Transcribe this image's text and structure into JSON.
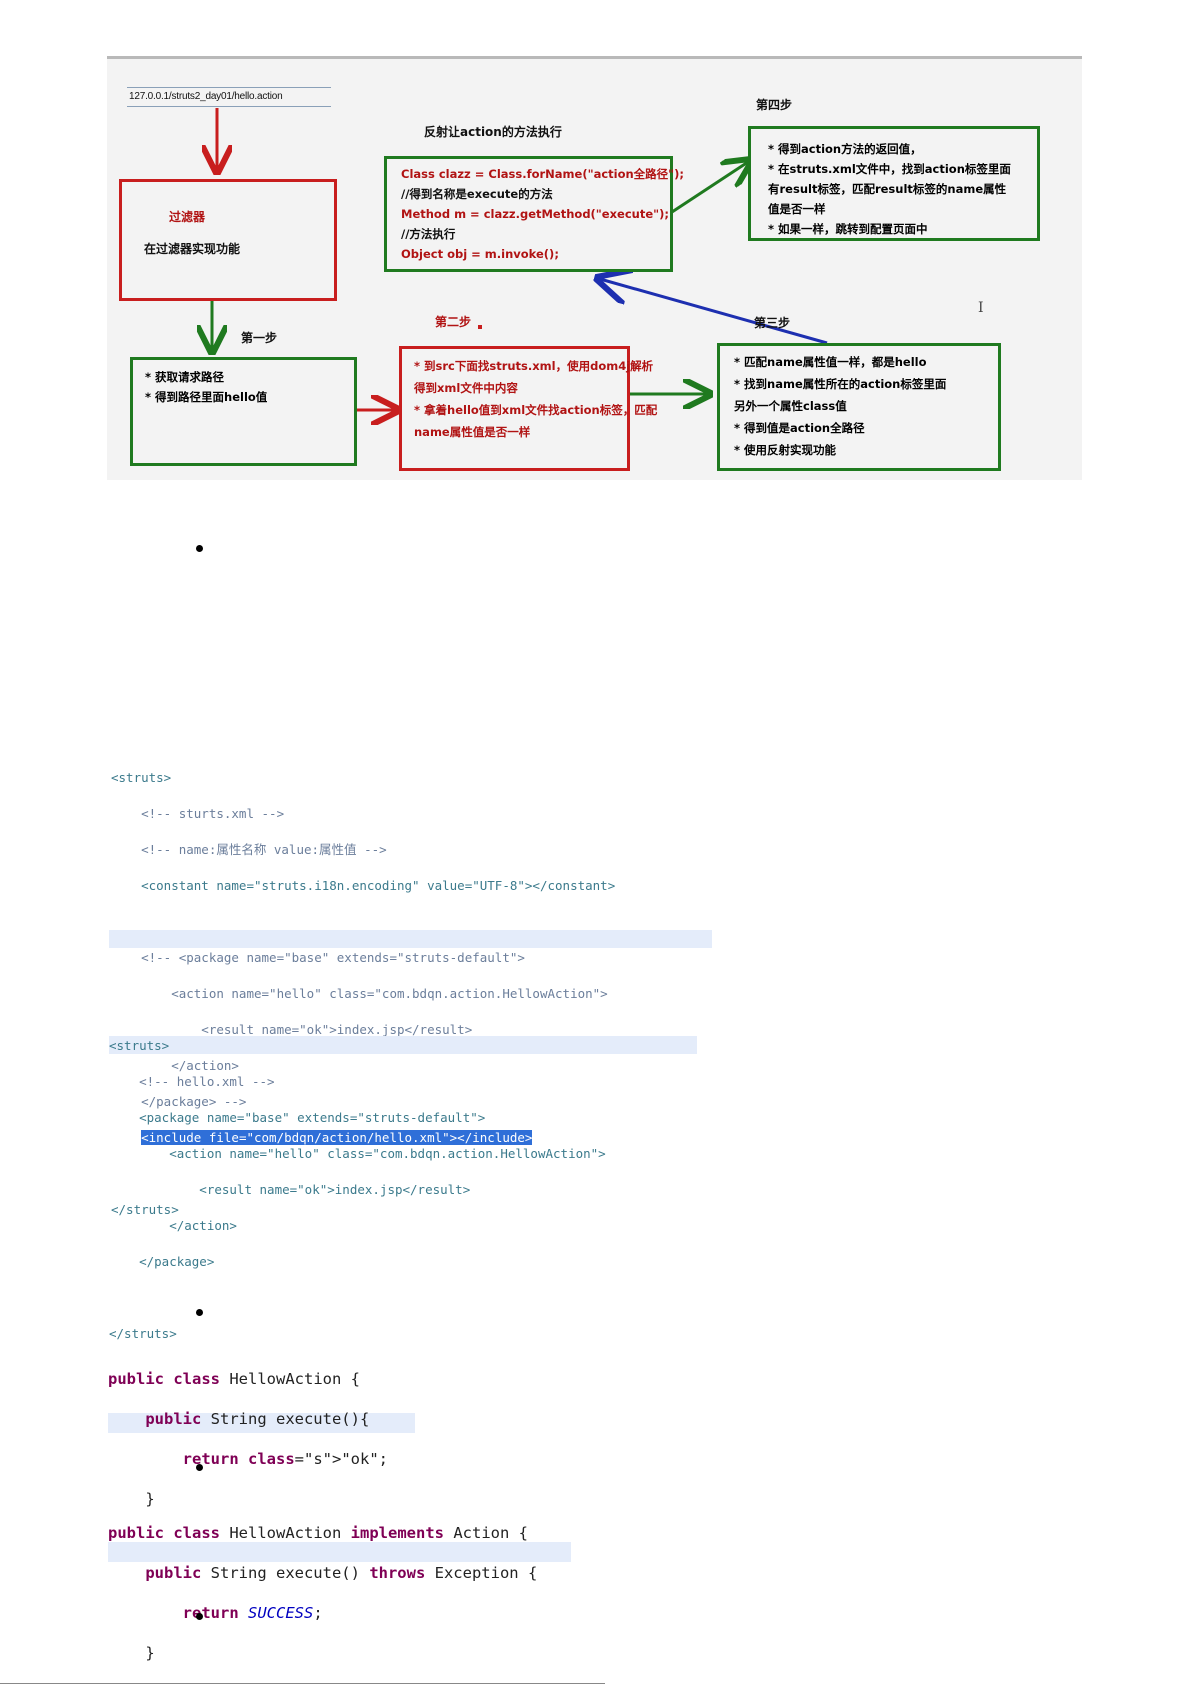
{
  "diagram": {
    "url": "127.0.0.1/struts2_day01/hello.action",
    "filter_box": {
      "title": "过滤器",
      "desc": "在过滤器实现功能"
    },
    "step1_label": "第一步",
    "step1_box": [
      "* 获取请求路径",
      "* 得到路径里面hello值"
    ],
    "step2_label": "第二步",
    "step2_box": [
      "* 到src下面找struts.xml，使用dom4j解析",
      "得到xml文件中内容",
      "* 拿着hello值到xml文件找action标签，匹配",
      "name属性值是否一样"
    ],
    "step3_label": "第三步",
    "step3_box": [
      "* 匹配name属性值一样，都是hello",
      "* 找到name属性所在的action标签里面",
      "另外一个属性class值",
      "* 得到值是action全路径",
      "* 使用反射实现功能"
    ],
    "reflect_label": "反射让action的方法执行",
    "reflect_box": [
      "Class clazz = Class.forName(\"action全路径\");",
      "//得到名称是execute的方法",
      "Method m = clazz.getMethod(\"execute\");",
      "//方法执行",
      "Object obj = m.invoke();"
    ],
    "step4_label": "第四步",
    "step4_box": [
      "* 得到action方法的返回值，",
      "* 在struts.xml文件中，找到action标签里面",
      "有result标签，匹配result标签的name属性",
      "值是否一样",
      "* 如果一样，跳转到配置页面中"
    ]
  },
  "struts_xml": [
    "<struts>",
    "    <!-- sturts.xml -->",
    "    <!-- name:属性名称 value:属性值 -->",
    "    <constant name=\"struts.i18n.encoding\" value=\"UTF-8\"></constant>",
    "",
    "    <!-- <package name=\"base\" extends=\"struts-default\">",
    "        <action name=\"hello\" class=\"com.bdqn.action.HellowAction\">",
    "            <result name=\"ok\">index.jsp</result>",
    "        </action>",
    "    </package> -->",
    "    <include file=\"com/bdqn/action/hello.xml\"></include>",
    "",
    "</struts>"
  ],
  "hello_xml": [
    "<struts>",
    "    <!-- hello.xml -->",
    "    <package name=\"base\" extends=\"struts-default\">",
    "        <action name=\"hello\" class=\"com.bdqn.action.HellowAction\">",
    "            <result name=\"ok\">index.jsp</result>",
    "        </action>",
    "    </package>",
    "",
    "</struts>"
  ],
  "java1": [
    "public class HellowAction {",
    "    public String execute(){",
    "        return \"ok\";",
    "    }"
  ],
  "java2": [
    "public class HellowAction implements Action {",
    "    public String execute() throws Exception {",
    "        return SUCCESS;",
    "    }"
  ],
  "colors": {
    "red": "#c81e1e",
    "green": "#1f7a1f",
    "blue_arrow": "#1d2fb0",
    "highlight": "#e4ecfa"
  }
}
